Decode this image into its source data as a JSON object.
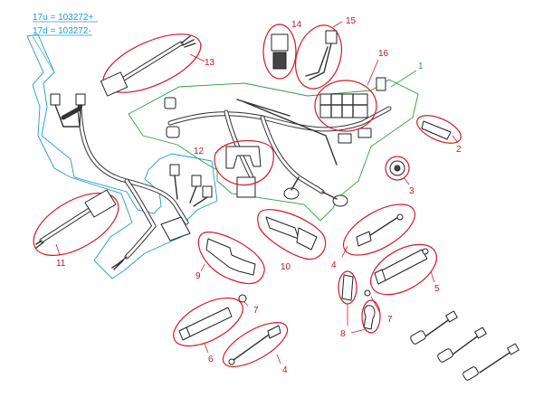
{
  "legend": {
    "line1": "17u = 103272+",
    "line2": "17d = 103272-"
  },
  "callouts": {
    "c1": "1",
    "c2": "2",
    "c3": "3",
    "c4a": "4",
    "c4b": "4",
    "c5": "5",
    "c6": "6",
    "c7a": "7",
    "c7b": "7",
    "c8": "8",
    "c9": "9",
    "c10": "10",
    "c11": "11",
    "c12": "12",
    "c13": "13",
    "c14": "14",
    "c15": "15",
    "c16": "16"
  },
  "colors": {
    "callout": "#c8141e",
    "harness_main": "#2e9e3a",
    "harness_sub": "#1c9ad6"
  }
}
